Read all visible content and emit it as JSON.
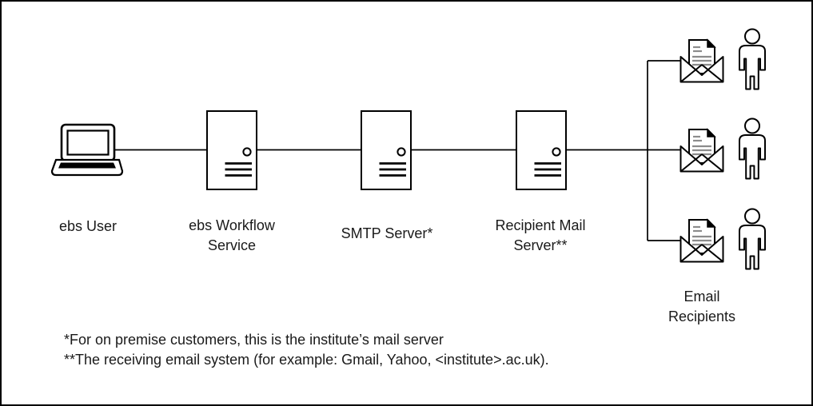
{
  "diagram_title": "",
  "colors": {
    "background": "#ffffff",
    "stroke": "#000000",
    "letter_text_lines": "#8c8c8c"
  },
  "nodes": {
    "ebs_user": {
      "label": "ebs User",
      "icon": "laptop-icon"
    },
    "ebs_workflow_service": {
      "label": "ebs Workflow Service",
      "icon": "server-icon"
    },
    "smtp_server": {
      "label": "SMTP Server*",
      "icon": "server-icon"
    },
    "recipient_mail_server": {
      "label": "Recipient Mail Server**",
      "icon": "server-icon"
    },
    "email_recipients": {
      "label": "Email Recipients",
      "icon": "open-envelope-letter-icon, person-icon",
      "recipient_count": 3
    }
  },
  "footnotes": {
    "line1": "*For on premise customers, this is the institute’s mail server",
    "line2": "**The receiving email system (for example: Gmail, Yahoo, <institute>.ac.uk)."
  }
}
